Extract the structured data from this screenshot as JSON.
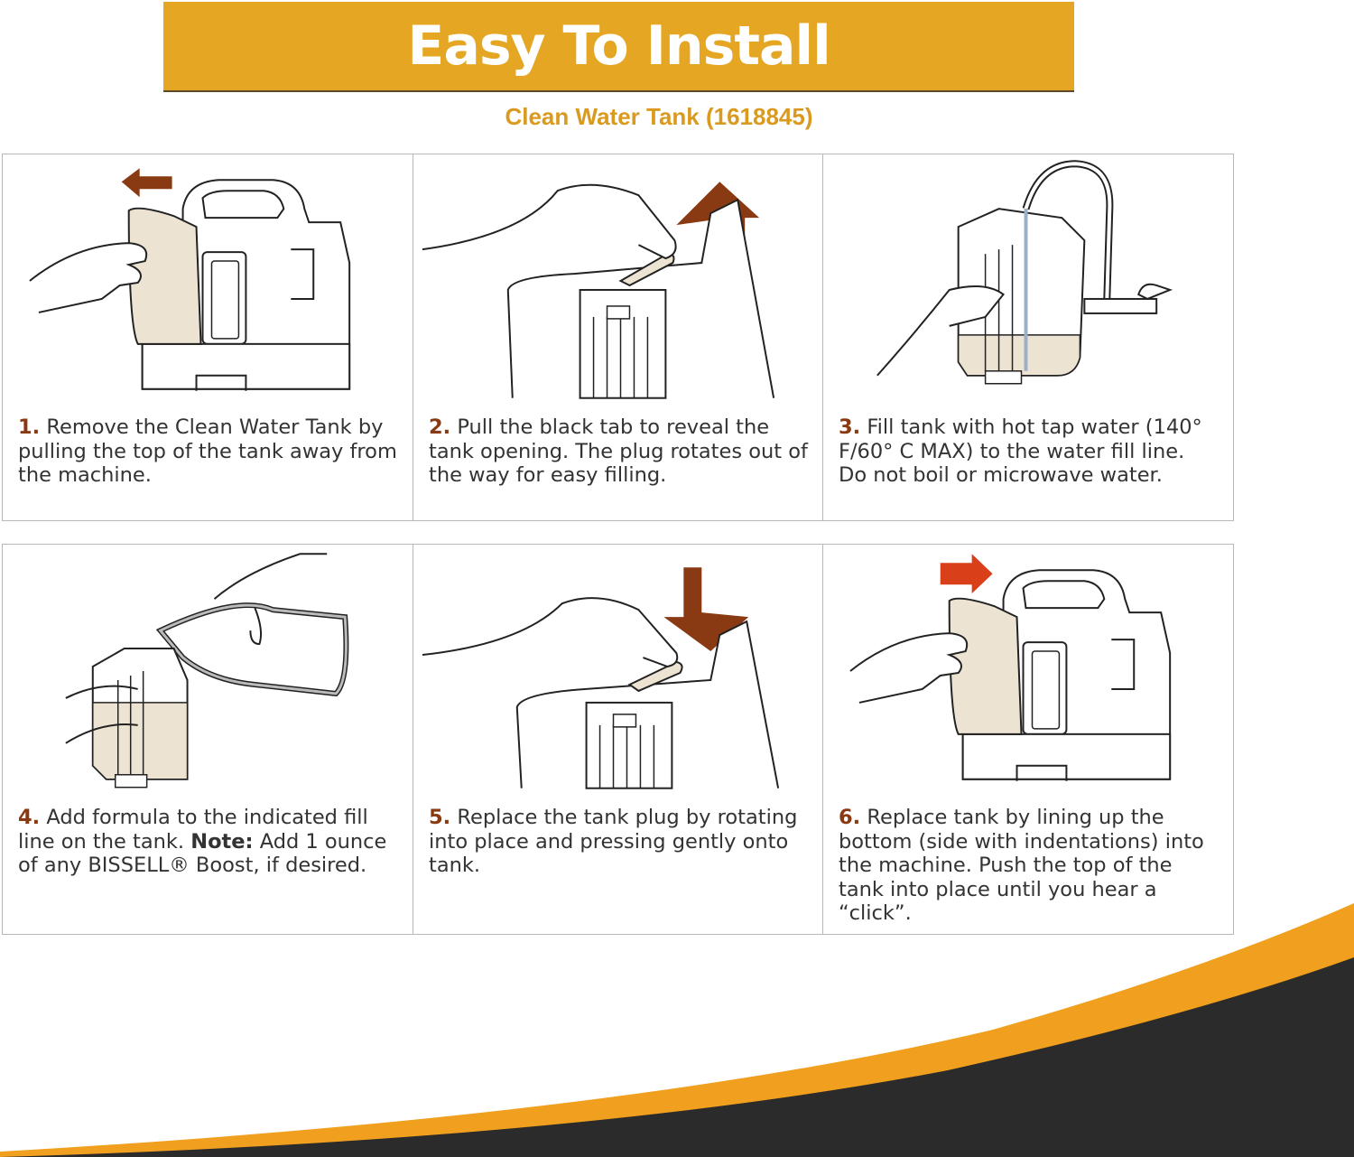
{
  "header": {
    "title": "Easy To Install",
    "subtitle": "Clean Water Tank (1618845)"
  },
  "steps": [
    {
      "num": "1.",
      "text": "Remove the Clean Water Tank by pulling the top of the tank away from the machine."
    },
    {
      "num": "2.",
      "text": "Pull the black tab to reveal the tank opening. The plug rotates out of the way for easy filling."
    },
    {
      "num": "3.",
      "text": "Fill tank with hot tap water (140° F/60° C MAX) to the water fill line. Do not boil or microwave water."
    },
    {
      "num": "4.",
      "text": "Add formula to the indicated fill line on the tank.",
      "note_label": "Note:",
      "note_text": "Add 1 ounce of any BISSELL® Boost, if desired."
    },
    {
      "num": "5.",
      "text": "Replace the tank plug by rotating into place and pressing gently onto tank."
    },
    {
      "num": "6.",
      "text": "Replace tank by lining up the bottom (side with indentations) into the machine. Push the top of the tank into place until you hear a “click”."
    }
  ],
  "colors": {
    "banner": "#e4a623",
    "subtitle": "#d99a1f",
    "step_number": "#8a3a12",
    "arrow": "#8a3a12",
    "tank_fill": "#ece3d2",
    "swoosh_orange": "#f0a01e",
    "swoosh_dark": "#2b2b2b"
  }
}
